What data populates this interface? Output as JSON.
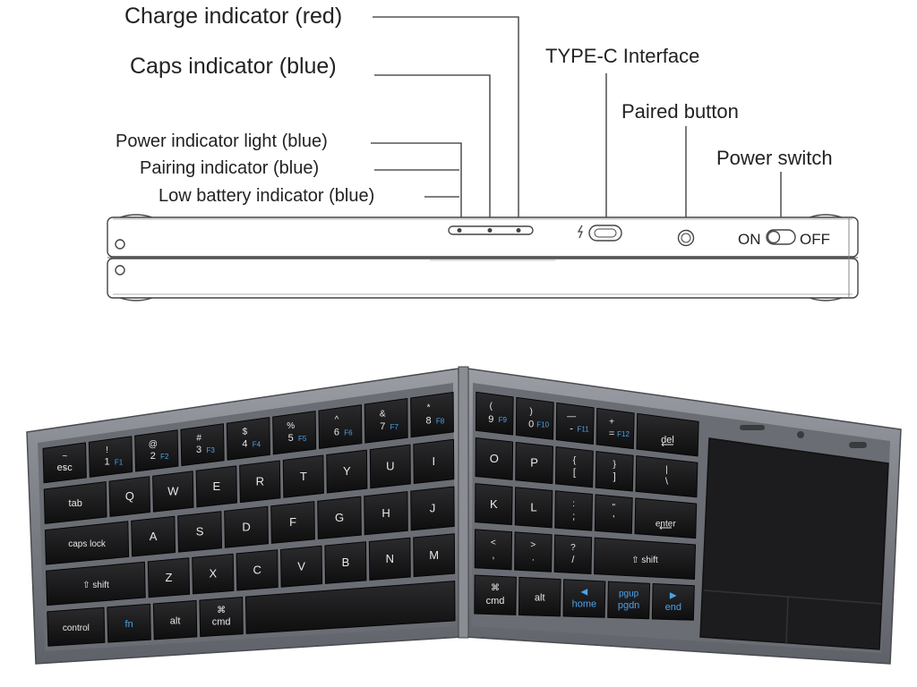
{
  "callouts": {
    "charge": "Charge indicator (red)",
    "caps": "Caps indicator (blue)",
    "power_light": "Power indicator light (blue)",
    "pairing": "Pairing indicator (blue)",
    "low_battery": "Low battery indicator (blue)",
    "typec": "TYPE-C  Interface",
    "paired": "Paired button",
    "power_switch": "Power switch"
  },
  "switch_labels": {
    "on": "ON",
    "off": "OFF"
  },
  "colors": {
    "line": "#333333",
    "frame": "#7b7e84",
    "frame_dark": "#55585e",
    "key": "#1a1a1a",
    "key_text": "#e8e8e8",
    "fn_text": "#4aa3e8",
    "touchpad": "#1c1c1e"
  },
  "keyboard": {
    "left_rows": [
      [
        {
          "main": "esc",
          "top": "~",
          "sub": "`",
          "w": 1
        },
        {
          "main": "1",
          "top": "!",
          "fn": "F1",
          "w": 1
        },
        {
          "main": "2",
          "top": "@",
          "fn": "F2",
          "w": 1
        },
        {
          "main": "3",
          "top": "#",
          "fn": "F3",
          "w": 1
        },
        {
          "main": "4",
          "top": "$",
          "fn": "F4",
          "w": 1
        },
        {
          "main": "5",
          "top": "%",
          "fn": "F5",
          "w": 1
        },
        {
          "main": "6",
          "top": "^",
          "fn": "F6",
          "w": 1
        },
        {
          "main": "7",
          "top": "&",
          "fn": "F7",
          "w": 1
        },
        {
          "main": "8",
          "top": "*",
          "fn": "F8",
          "w": 1
        }
      ],
      [
        {
          "main": "tab",
          "w": 1.5
        },
        {
          "main": "Q",
          "w": 1
        },
        {
          "main": "W",
          "w": 1
        },
        {
          "main": "E",
          "w": 1
        },
        {
          "main": "R",
          "w": 1
        },
        {
          "main": "T",
          "w": 1
        },
        {
          "main": "Y",
          "w": 1
        },
        {
          "main": "U",
          "w": 1
        },
        {
          "main": "I",
          "w": 1
        }
      ],
      [
        {
          "main": "caps lock",
          "w": 1.85
        },
        {
          "main": "A",
          "w": 1
        },
        {
          "main": "S",
          "w": 1
        },
        {
          "main": "D",
          "w": 1
        },
        {
          "main": "F",
          "w": 1
        },
        {
          "main": "G",
          "w": 1
        },
        {
          "main": "H",
          "w": 1
        },
        {
          "main": "J",
          "w": 1
        }
      ],
      [
        {
          "main": "⇧ shift",
          "w": 2.3
        },
        {
          "main": "Z",
          "w": 1
        },
        {
          "main": "X",
          "w": 1
        },
        {
          "main": "C",
          "w": 1
        },
        {
          "main": "V",
          "w": 1
        },
        {
          "main": "B",
          "w": 1
        },
        {
          "main": "N",
          "w": 1
        },
        {
          "main": "M",
          "w": 1
        }
      ],
      [
        {
          "main": "control",
          "w": 1.3
        },
        {
          "main": "fn",
          "w": 1,
          "blue": true
        },
        {
          "main": "alt",
          "w": 1
        },
        {
          "main": "cmd",
          "top": "⌘",
          "w": 1
        },
        {
          "main": "",
          "w": 4.6
        }
      ]
    ],
    "right_rows": [
      [
        {
          "main": "9",
          "top": "(",
          "fn": "F9",
          "w": 1
        },
        {
          "main": "0",
          "top": ")",
          "fn": "F10",
          "w": 1
        },
        {
          "main": "-",
          "top": "—",
          "fn": "F11",
          "w": 1
        },
        {
          "main": "=",
          "top": "+",
          "fn": "F12",
          "w": 1
        },
        {
          "main": "del",
          "sub": "⟵",
          "w": 1.6
        }
      ],
      [
        {
          "main": "O",
          "w": 1
        },
        {
          "main": "P",
          "w": 1
        },
        {
          "main": "[",
          "top": "{",
          "w": 1
        },
        {
          "main": "]",
          "top": "}",
          "w": 1
        },
        {
          "main": "\\",
          "top": "|",
          "w": 1.6
        }
      ],
      [
        {
          "main": "K",
          "w": 1
        },
        {
          "main": "L",
          "w": 1
        },
        {
          "main": ";",
          "top": ":",
          "w": 1
        },
        {
          "main": "'",
          "top": "\"",
          "w": 1
        },
        {
          "main": "enter",
          "sub": "⟵",
          "w": 1.6
        }
      ],
      [
        {
          "main": ",",
          "top": "<",
          "w": 1
        },
        {
          "main": ".",
          "top": ">",
          "w": 1
        },
        {
          "main": "/",
          "top": "?",
          "w": 1
        },
        {
          "main": "⇧ shift",
          "w": 2.6
        }
      ],
      [
        {
          "main": "cmd",
          "top": "⌘",
          "w": 1
        },
        {
          "main": "alt",
          "w": 1
        },
        {
          "main": "home",
          "top": "◀",
          "w": 1,
          "blue": true
        },
        {
          "main": "pgdn",
          "top": "pgup",
          "w": 1,
          "blue": true
        },
        {
          "main": "end",
          "top": "▶",
          "w": 1,
          "blue": true
        }
      ]
    ]
  }
}
